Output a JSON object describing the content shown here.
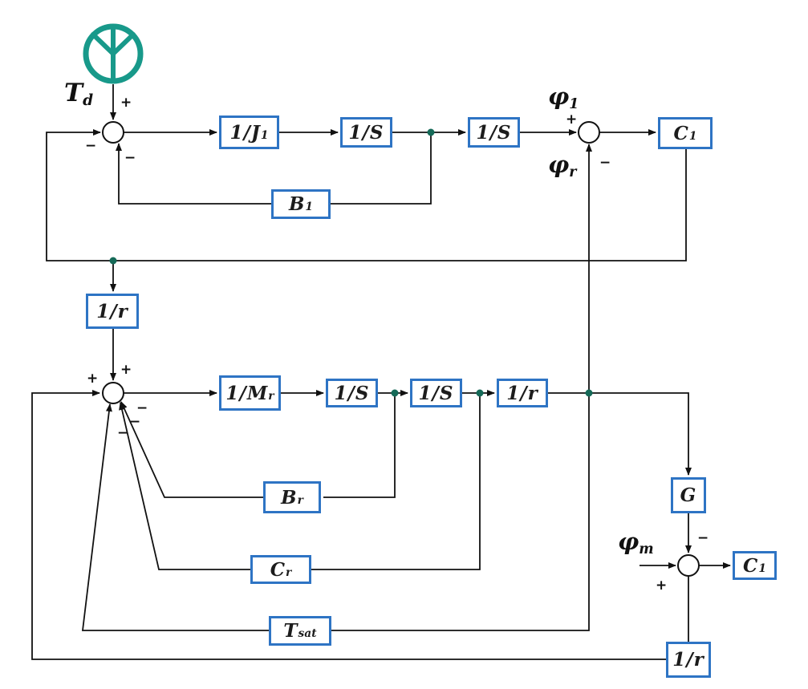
{
  "title": "two-mass geared drive block diagram",
  "symbols": {
    "plus": "+",
    "minus": "−"
  },
  "icons": {
    "source": "torque-source-icon"
  },
  "colors": {
    "block_border": "#2e74c4",
    "line": "#111111",
    "source_symbol": "#18998a",
    "junction_node": "#156a58"
  },
  "labels": {
    "td": {
      "base": "T",
      "sub": "d"
    },
    "phi1": {
      "base": "φ",
      "sub": "1"
    },
    "phir": {
      "base": "φ",
      "sub": "r"
    },
    "phim": {
      "base": "φ",
      "sub": "m"
    }
  },
  "blocks": {
    "j1": {
      "base": "1/J",
      "sub": "1"
    },
    "s_a": {
      "base": "1/S",
      "sub": ""
    },
    "s_b": {
      "base": "1/S",
      "sub": ""
    },
    "c1_top": {
      "base": "C",
      "sub": "1"
    },
    "b1": {
      "base": "B",
      "sub": "1"
    },
    "r_top": {
      "base": "1/r",
      "sub": ""
    },
    "mr": {
      "base": "1/M",
      "sub": "r"
    },
    "s_c": {
      "base": "1/S",
      "sub": ""
    },
    "s_d": {
      "base": "1/S",
      "sub": ""
    },
    "r_mid": {
      "base": "1/r",
      "sub": ""
    },
    "br": {
      "base": "B",
      "sub": "r"
    },
    "cr": {
      "base": "C",
      "sub": "r"
    },
    "tsat": {
      "base": "T",
      "sub": "sat"
    },
    "g": {
      "base": "G",
      "sub": ""
    },
    "c1_bot": {
      "base": "C",
      "sub": "1"
    },
    "r_bot": {
      "base": "1/r",
      "sub": ""
    }
  }
}
